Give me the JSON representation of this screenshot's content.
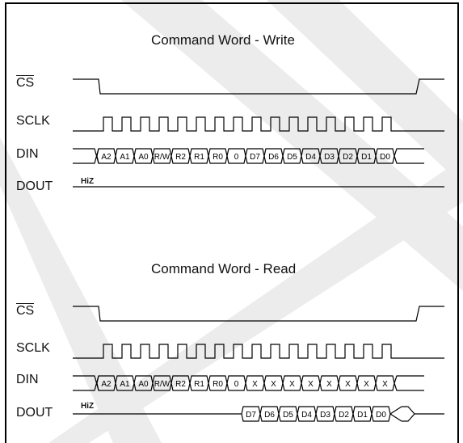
{
  "write": {
    "title": "Command Word - Write",
    "signals": {
      "cs": "CS",
      "sclk": "SCLK",
      "din": "DIN",
      "dout": "DOUT"
    },
    "hiz": "HiZ",
    "din_bits": [
      "A2",
      "A1",
      "A0",
      "R/W",
      "R2",
      "R1",
      "R0",
      "0",
      "D7",
      "D6",
      "D5",
      "D4",
      "D3",
      "D2",
      "D1",
      "D0"
    ],
    "dout_bits": []
  },
  "read": {
    "title": "Command Word - Read",
    "signals": {
      "cs": "CS",
      "sclk": "SCLK",
      "din": "DIN",
      "dout": "DOUT"
    },
    "hiz": "HiZ",
    "din_bits": [
      "A2",
      "A1",
      "A0",
      "R/W",
      "R2",
      "R1",
      "R0",
      "0",
      "X",
      "X",
      "X",
      "X",
      "X",
      "X",
      "X",
      "X"
    ],
    "dout_bits": [
      "D7",
      "D6",
      "D5",
      "D4",
      "D3",
      "D2",
      "D1",
      "D0"
    ]
  },
  "colors": {
    "line": "#000000",
    "watermark": "#e6e6e6"
  }
}
